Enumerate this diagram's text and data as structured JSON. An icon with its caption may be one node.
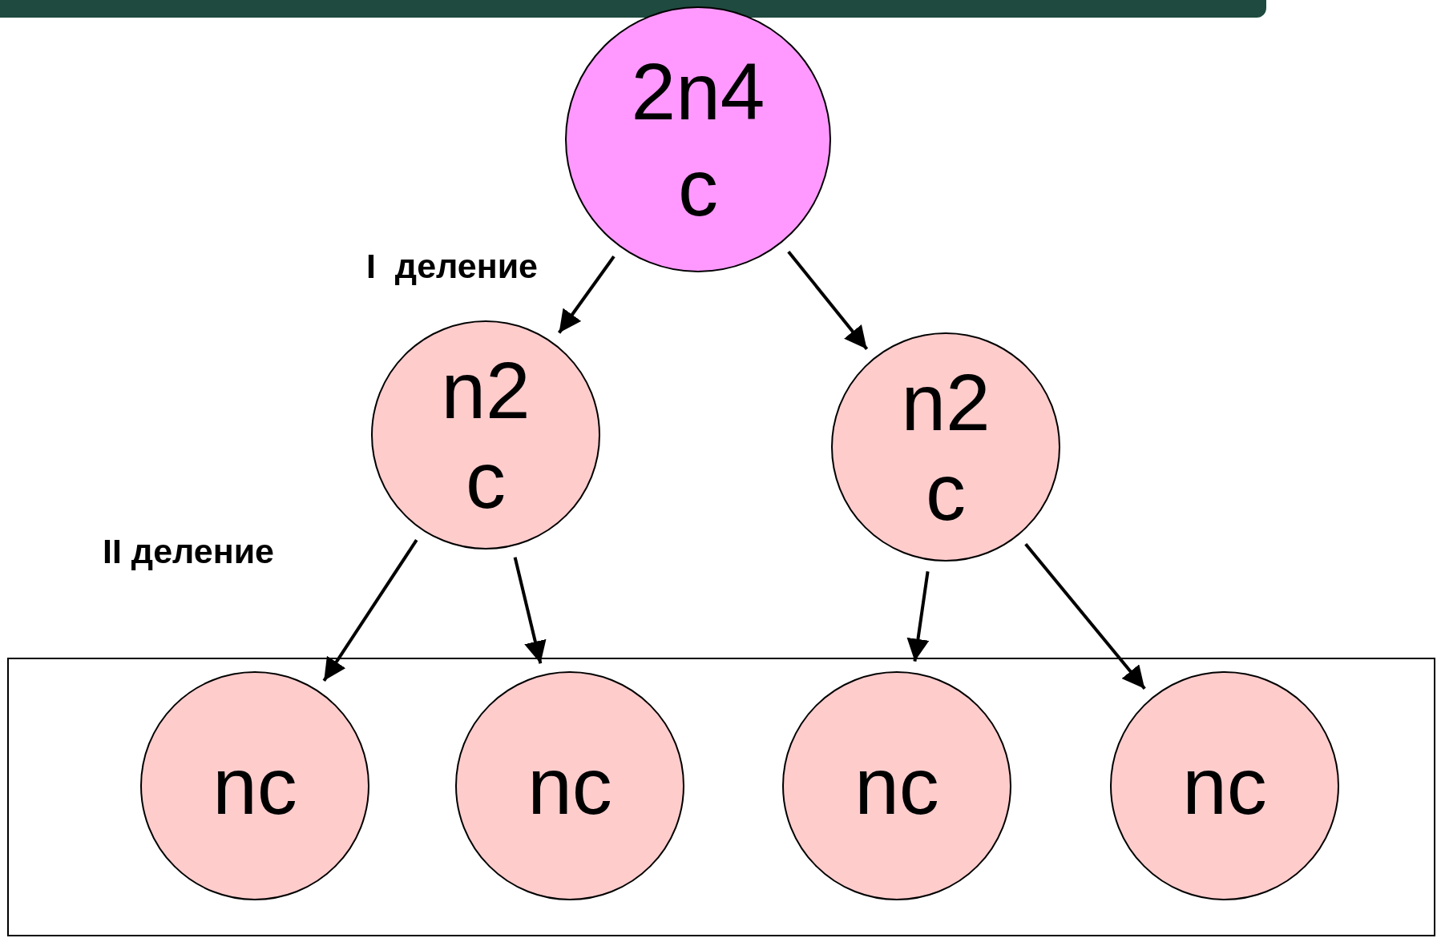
{
  "diagram": {
    "nodes": [
      {
        "text": [
          "2n4",
          "c"
        ]
      },
      {
        "text": [
          "n2",
          "c"
        ]
      },
      {
        "text": [
          "n2",
          "c"
        ]
      },
      {
        "text": [],
        "shape": "box"
      },
      {
        "text": [
          "nc"
        ],
        "in": 3
      },
      {
        "text": [
          "nc"
        ],
        "in": 3
      },
      {
        "text": [
          "nc"
        ],
        "in": 3
      },
      {
        "text": [
          "nc"
        ],
        "in": 3
      }
    ],
    "edges": [
      {
        "from": 0,
        "to": 1,
        "arrow": "to"
      },
      {
        "from": 0,
        "to": 2,
        "arrow": "to"
      },
      {
        "from": 1,
        "to": 4,
        "arrow": "to"
      },
      {
        "from": 1,
        "to": 5,
        "arrow": "to"
      },
      {
        "from": 2,
        "to": 6,
        "arrow": "to"
      },
      {
        "from": 2,
        "to": 7,
        "arrow": "to"
      }
    ],
    "labels": [
      "I  деление",
      "II деление"
    ]
  }
}
